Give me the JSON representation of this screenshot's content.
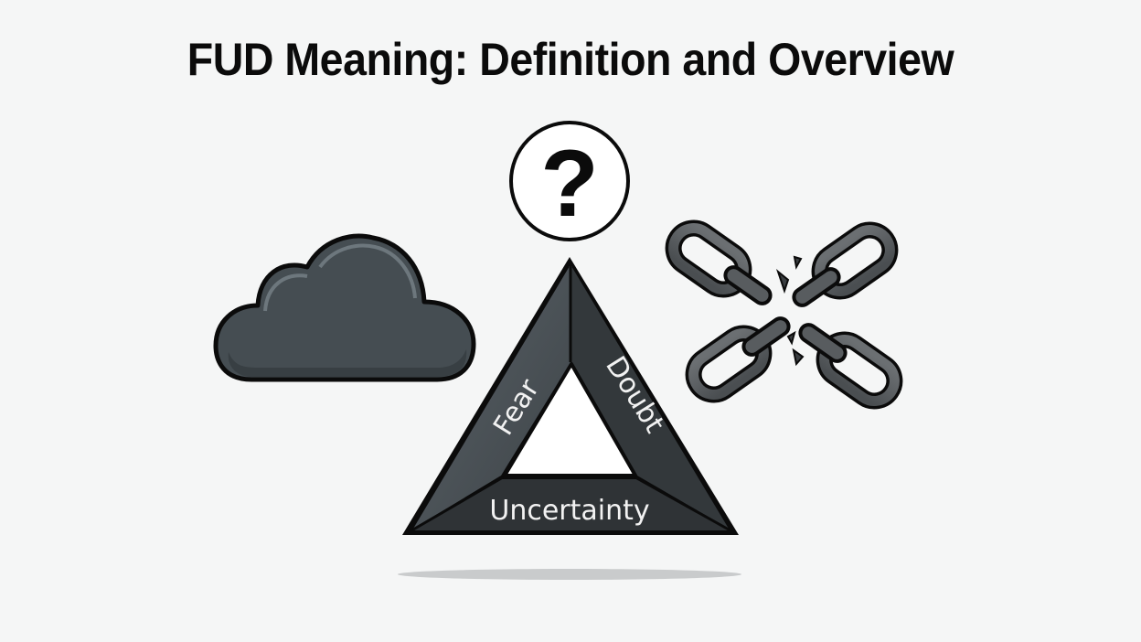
{
  "title": "FUD Meaning: Definition and Overview",
  "icons": {
    "question": {
      "glyph": "?",
      "name": "question-mark-icon"
    },
    "cloud": {
      "name": "cloud-icon"
    },
    "chain": {
      "name": "broken-chain-icon"
    }
  },
  "triangle": {
    "left_side": "Fear",
    "right_side": "Doubt",
    "bottom_side": "Uncertainty"
  },
  "colors": {
    "background": "#f5f6f6",
    "dark_fill": "#3a3e41",
    "mid_fill": "#4f565b",
    "cloud_fill": "#454d52",
    "outline": "#0b0b0b",
    "label": "#f2f2f2"
  }
}
